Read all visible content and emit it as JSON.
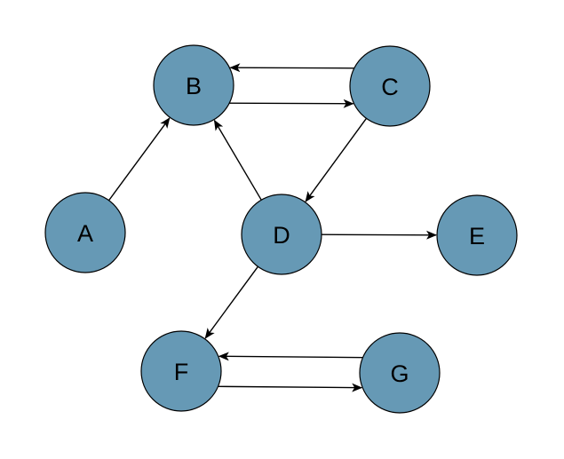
{
  "style": {
    "node_fill": "#6699b5",
    "node_stroke": "#000000",
    "edge_color": "#000000",
    "background": "#ffffff"
  },
  "nodes": [
    {
      "id": "A",
      "label": "A"
    },
    {
      "id": "B",
      "label": "B"
    },
    {
      "id": "C",
      "label": "C"
    },
    {
      "id": "D",
      "label": "D"
    },
    {
      "id": "E",
      "label": "E"
    },
    {
      "id": "F",
      "label": "F"
    },
    {
      "id": "G",
      "label": "G"
    }
  ],
  "edges": [
    {
      "from": "A",
      "to": "B"
    },
    {
      "from": "B",
      "to": "C"
    },
    {
      "from": "C",
      "to": "B"
    },
    {
      "from": "C",
      "to": "D"
    },
    {
      "from": "D",
      "to": "B"
    },
    {
      "from": "D",
      "to": "E"
    },
    {
      "from": "D",
      "to": "F"
    },
    {
      "from": "F",
      "to": "G"
    },
    {
      "from": "G",
      "to": "F"
    }
  ]
}
